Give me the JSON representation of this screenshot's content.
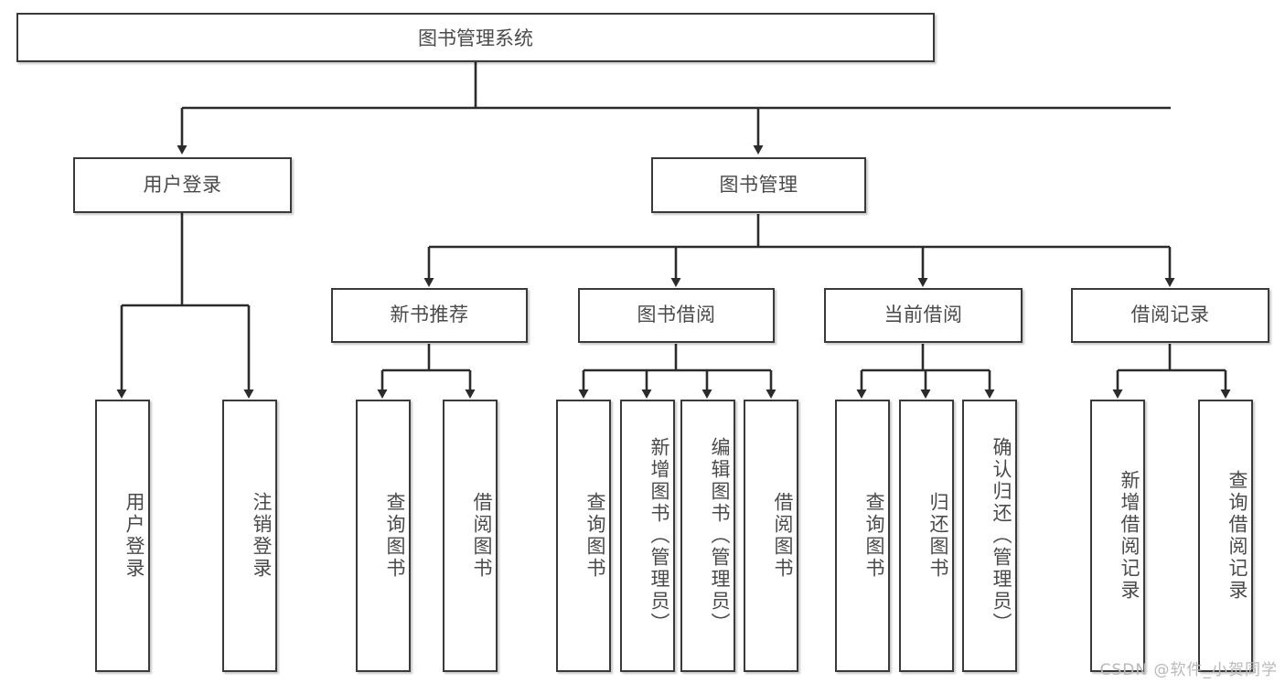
{
  "diagram": {
    "title": "图书管理系统",
    "type": "hierarchy-tree",
    "watermark": "CSDN @软件_小贺同学",
    "colors": {
      "box_border": "#3a3a3a",
      "box_fill": "#ffffff",
      "text": "#4a4a4a",
      "link": "#2b2b2b",
      "watermark": "#b9b9b9"
    },
    "levels": {
      "level1": [
        "图书管理系统"
      ],
      "level2": [
        "用户登录",
        "图书管理"
      ],
      "level3": [
        "新书推荐",
        "图书借阅",
        "当前借阅",
        "借阅记录"
      ],
      "level4": [
        "用户登录",
        "注销登录",
        "查询图书",
        "借阅图书",
        "查询图书",
        "新增图书（管理员）",
        "编辑图书（管理员）",
        "借阅图书",
        "查询图书",
        "归还图书",
        "确认归还（管理员）",
        "新增借阅记录",
        "查询借阅记录"
      ]
    },
    "nodes": {
      "root": {
        "label": "图书管理系统"
      },
      "user_login": {
        "label": "用户登录"
      },
      "book_manage": {
        "label": "图书管理"
      },
      "new_book_rec": {
        "label": "新书推荐"
      },
      "book_borrow": {
        "label": "图书借阅"
      },
      "current_borrow": {
        "label": "当前借阅"
      },
      "borrow_record": {
        "label": "借阅记录"
      },
      "leaf_user_login": {
        "label": "用户登录"
      },
      "leaf_logout": {
        "label": "注销登录"
      },
      "leaf_query_book_1": {
        "label": "查询图书"
      },
      "leaf_borrow_book_1": {
        "label": "借阅图书"
      },
      "leaf_query_book_2": {
        "label": "查询图书"
      },
      "leaf_add_book": {
        "label": "新增图书（管理员）"
      },
      "leaf_edit_book": {
        "label": "编辑图书（管理员）"
      },
      "leaf_borrow_book_2": {
        "label": "借阅图书"
      },
      "leaf_query_book_3": {
        "label": "查询图书"
      },
      "leaf_return_book": {
        "label": "归还图书"
      },
      "leaf_confirm_return": {
        "label": "确认归还（管理员）"
      },
      "leaf_add_record": {
        "label": "新增借阅记录"
      },
      "leaf_query_record": {
        "label": "查询借阅记录"
      }
    }
  }
}
